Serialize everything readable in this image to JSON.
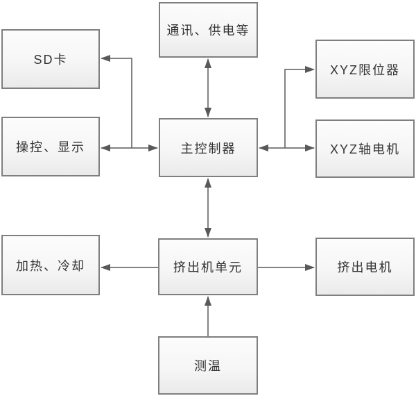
{
  "diagram": {
    "type": "block-diagram",
    "nodes": [
      {
        "id": "comm-power",
        "label": "通讯、供电等"
      },
      {
        "id": "sd-card",
        "label": "SD卡"
      },
      {
        "id": "xyz-limiter",
        "label": "XYZ限位器"
      },
      {
        "id": "control-display",
        "label": "操控、显示"
      },
      {
        "id": "main-controller",
        "label": "主控制器"
      },
      {
        "id": "xyz-axis-motor",
        "label": "XYZ轴电机"
      },
      {
        "id": "heating-cooling",
        "label": "加热、冷却"
      },
      {
        "id": "extruder-unit",
        "label": "挤出机单元"
      },
      {
        "id": "extruder-motor",
        "label": "挤出电机"
      },
      {
        "id": "temp-measurement",
        "label": "测温"
      }
    ],
    "edges": [
      {
        "from": "main-controller",
        "to": "comm-power",
        "direction": "bidirectional"
      },
      {
        "from": "main-controller",
        "to": "sd-card",
        "direction": "one-way"
      },
      {
        "from": "main-controller",
        "to": "control-display",
        "direction": "bidirectional"
      },
      {
        "from": "main-controller",
        "to": "xyz-limiter",
        "direction": "one-way"
      },
      {
        "from": "main-controller",
        "to": "xyz-axis-motor",
        "direction": "bidirectional"
      },
      {
        "from": "main-controller",
        "to": "extruder-unit",
        "direction": "bidirectional"
      },
      {
        "from": "extruder-unit",
        "to": "heating-cooling",
        "direction": "one-way"
      },
      {
        "from": "extruder-unit",
        "to": "extruder-motor",
        "direction": "one-way"
      },
      {
        "from": "temp-measurement",
        "to": "extruder-unit",
        "direction": "one-way"
      }
    ],
    "colors": {
      "line": "#595959",
      "box_border": "#7f7f7f",
      "box_fill_top": "#fcfcfc",
      "box_fill_bottom": "#eaeaea",
      "text": "#333333",
      "background": "#ffffff"
    }
  }
}
